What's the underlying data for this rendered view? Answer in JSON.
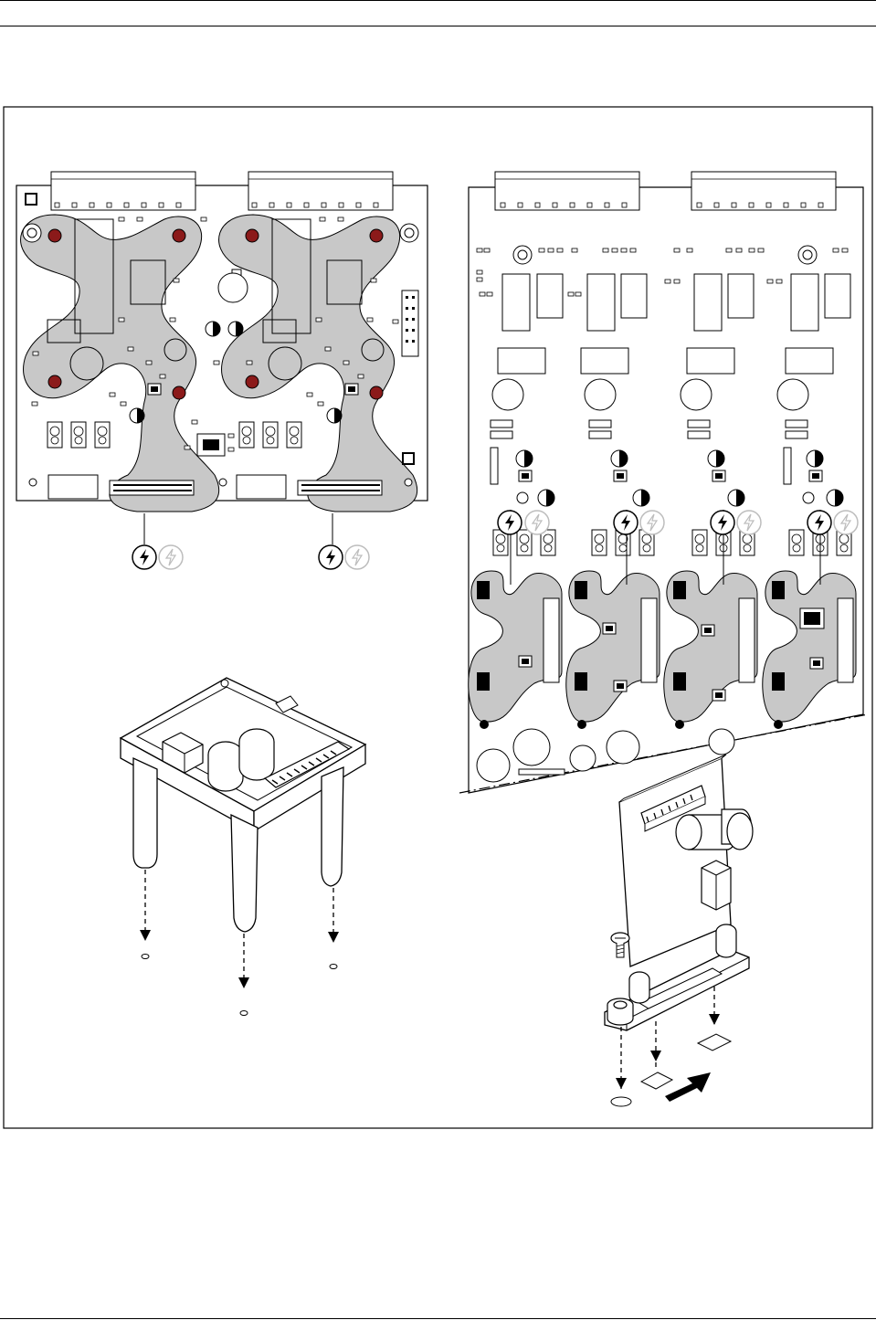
{
  "page": {
    "header_text": "",
    "footer_text": ""
  },
  "figure": {
    "caption": "",
    "left_board": {
      "module_slot_count": 2,
      "symbol_pairs": 2
    },
    "right_board": {
      "module_slot_count": 4,
      "symbol_pairs": 4
    }
  },
  "colors": {
    "ink": "#000000",
    "shade": "#c8c8c8",
    "light_gray": "#bdbdbd",
    "marker_red": "#8b1a1a",
    "outline": "#222222"
  },
  "icons": [
    "lightning-bolt-icon",
    "insert-arrow-icon",
    "screw-icon"
  ]
}
